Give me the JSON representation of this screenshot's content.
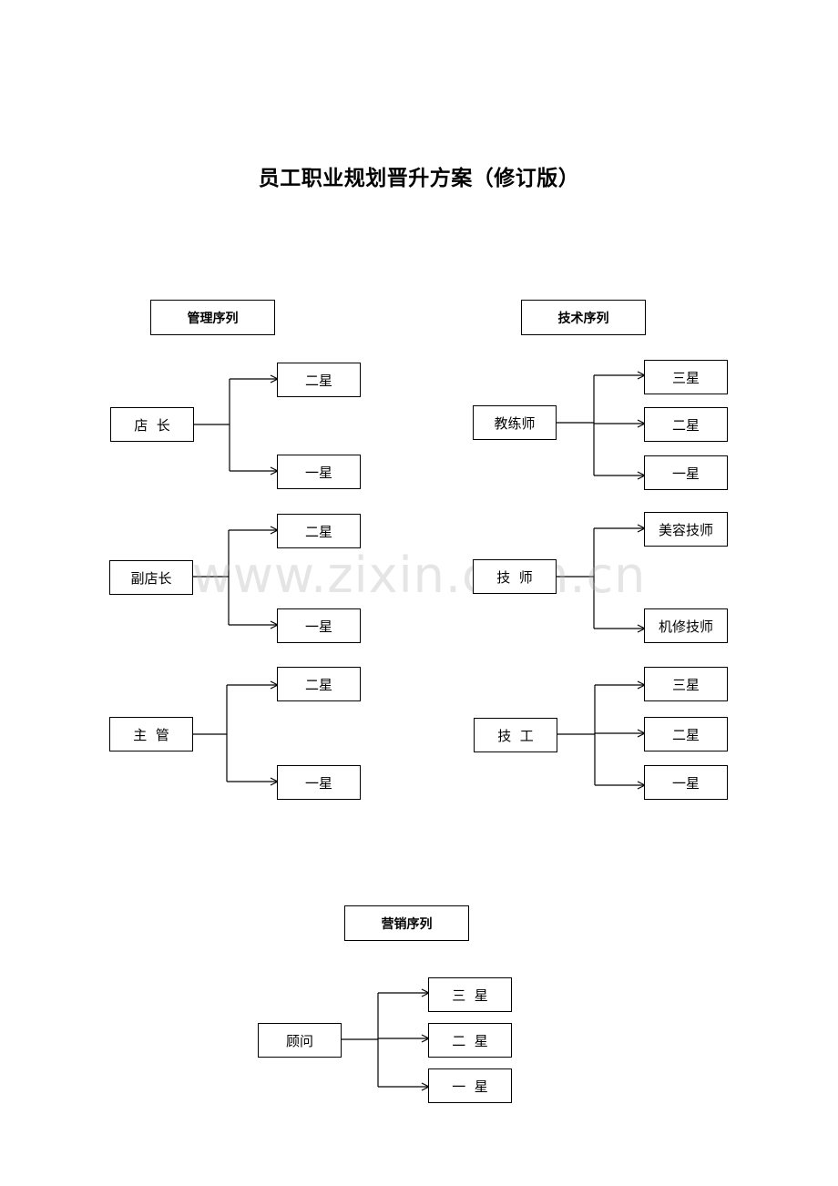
{
  "title": "员工职业规划晋升方案（修订版）",
  "watermark": "www.zixin.com.cn",
  "sections": {
    "management": {
      "header": "管理序列",
      "groups": [
        {
          "role": "店  长",
          "levels": [
            "二星",
            "一星"
          ]
        },
        {
          "role": "副店长",
          "levels": [
            "二星",
            "一星"
          ]
        },
        {
          "role": "主  管",
          "levels": [
            "二星",
            "一星"
          ]
        }
      ]
    },
    "technical": {
      "header": "技术序列",
      "groups": [
        {
          "role": "教练师",
          "levels": [
            "三星",
            "二星",
            "一星"
          ]
        },
        {
          "role": "技  师",
          "levels": [
            "美容技师",
            "机修技师"
          ]
        },
        {
          "role": "技  工",
          "levels": [
            "三星",
            "二星",
            "一星"
          ]
        }
      ]
    },
    "sales": {
      "header": "营销序列",
      "groups": [
        {
          "role": "顾问",
          "levels": [
            "三  星",
            "二  星",
            "一  星"
          ]
        }
      ]
    }
  }
}
